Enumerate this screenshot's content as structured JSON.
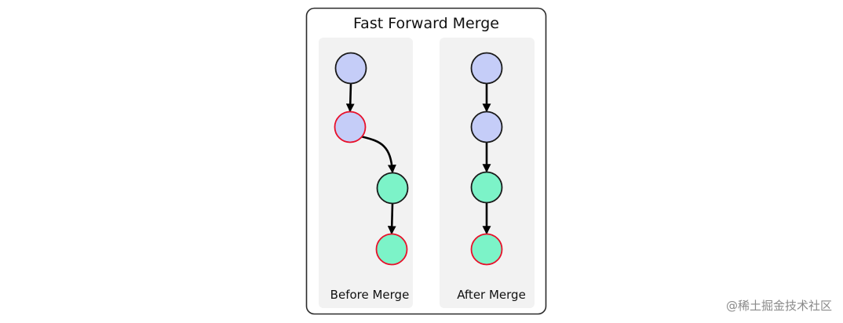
{
  "title": "Fast Forward Merge",
  "colors": {
    "commit_base": "#c5cdf8",
    "commit_feature": "#7cf3c8",
    "head_outline": "#e8102a",
    "normal_outline": "#1a1a1a",
    "panel_background": "#f2f2f2"
  },
  "panels": [
    {
      "label": "Before Merge",
      "commits": [
        {
          "kind": "base",
          "head": false
        },
        {
          "kind": "base",
          "head": true
        },
        {
          "kind": "feature",
          "head": false
        },
        {
          "kind": "feature",
          "head": true
        }
      ]
    },
    {
      "label": "After Merge",
      "commits": [
        {
          "kind": "base",
          "head": false
        },
        {
          "kind": "base",
          "head": false
        },
        {
          "kind": "feature",
          "head": false
        },
        {
          "kind": "feature",
          "head": true
        }
      ]
    }
  ],
  "watermark": "@稀土掘金技术社区"
}
